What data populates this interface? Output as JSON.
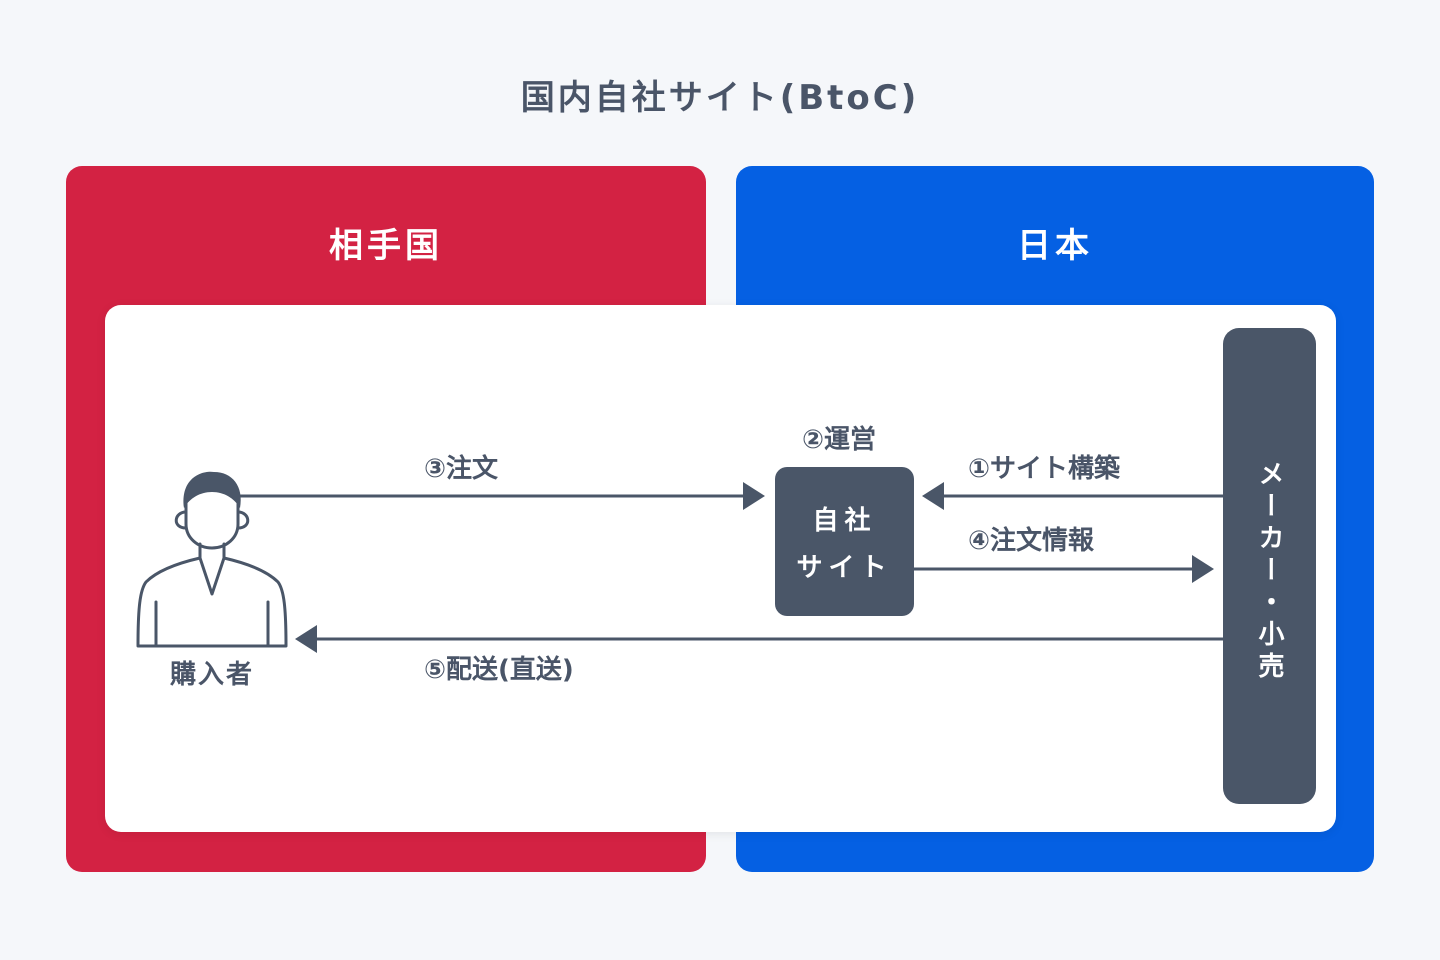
{
  "title": "国内自社サイト(BtoC)",
  "regions": {
    "partner_country": {
      "label": "相手国",
      "color": "#d32243"
    },
    "japan": {
      "label": "日本",
      "color": "#0560e3"
    }
  },
  "nodes": {
    "buyer": {
      "label": "購入者",
      "icon": "person-icon"
    },
    "own_site": {
      "line1": "自社",
      "line2": "サイト"
    },
    "maker": {
      "label": "メーカー・小売"
    }
  },
  "steps": {
    "step1": "①サイト構築",
    "step2": "②運営",
    "step3": "③注文",
    "step4": "④注文情報",
    "step5": "⑤配送(直送)"
  },
  "colors": {
    "dark": "#4a5668",
    "panel": "#ffffff",
    "background": "#f5f7fa"
  }
}
